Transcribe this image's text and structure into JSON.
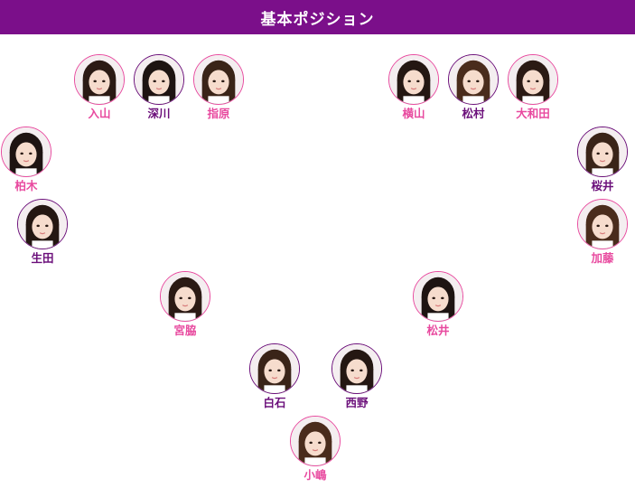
{
  "header": {
    "title": "基本ポジション"
  },
  "theme": {
    "header_bg": "#7b0f8a",
    "purple": "#6b0f7a",
    "pink": "#e84a9f"
  },
  "members": [
    {
      "key": "iriyama",
      "name": "入山",
      "color": "#e84a9f"
    },
    {
      "key": "fukagawa",
      "name": "深川",
      "color": "#6b0f7a"
    },
    {
      "key": "sashihara",
      "name": "指原",
      "color": "#e84a9f"
    },
    {
      "key": "yokoyama",
      "name": "横山",
      "color": "#e84a9f"
    },
    {
      "key": "matsumura",
      "name": "松村",
      "color": "#6b0f7a"
    },
    {
      "key": "owada",
      "name": "大和田",
      "color": "#e84a9f"
    },
    {
      "key": "kashiwagi",
      "name": "柏木",
      "color": "#e84a9f"
    },
    {
      "key": "sakurai",
      "name": "桜井",
      "color": "#6b0f7a"
    },
    {
      "key": "ikuta",
      "name": "生田",
      "color": "#6b0f7a"
    },
    {
      "key": "kato",
      "name": "加藤",
      "color": "#e84a9f"
    },
    {
      "key": "miyawaki",
      "name": "宮脇",
      "color": "#e84a9f"
    },
    {
      "key": "matsui",
      "name": "松井",
      "color": "#e84a9f"
    },
    {
      "key": "shiraishi",
      "name": "白石",
      "color": "#6b0f7a"
    },
    {
      "key": "nishino",
      "name": "西野",
      "color": "#6b0f7a"
    },
    {
      "key": "kojima",
      "name": "小嶋",
      "color": "#e84a9f"
    }
  ]
}
